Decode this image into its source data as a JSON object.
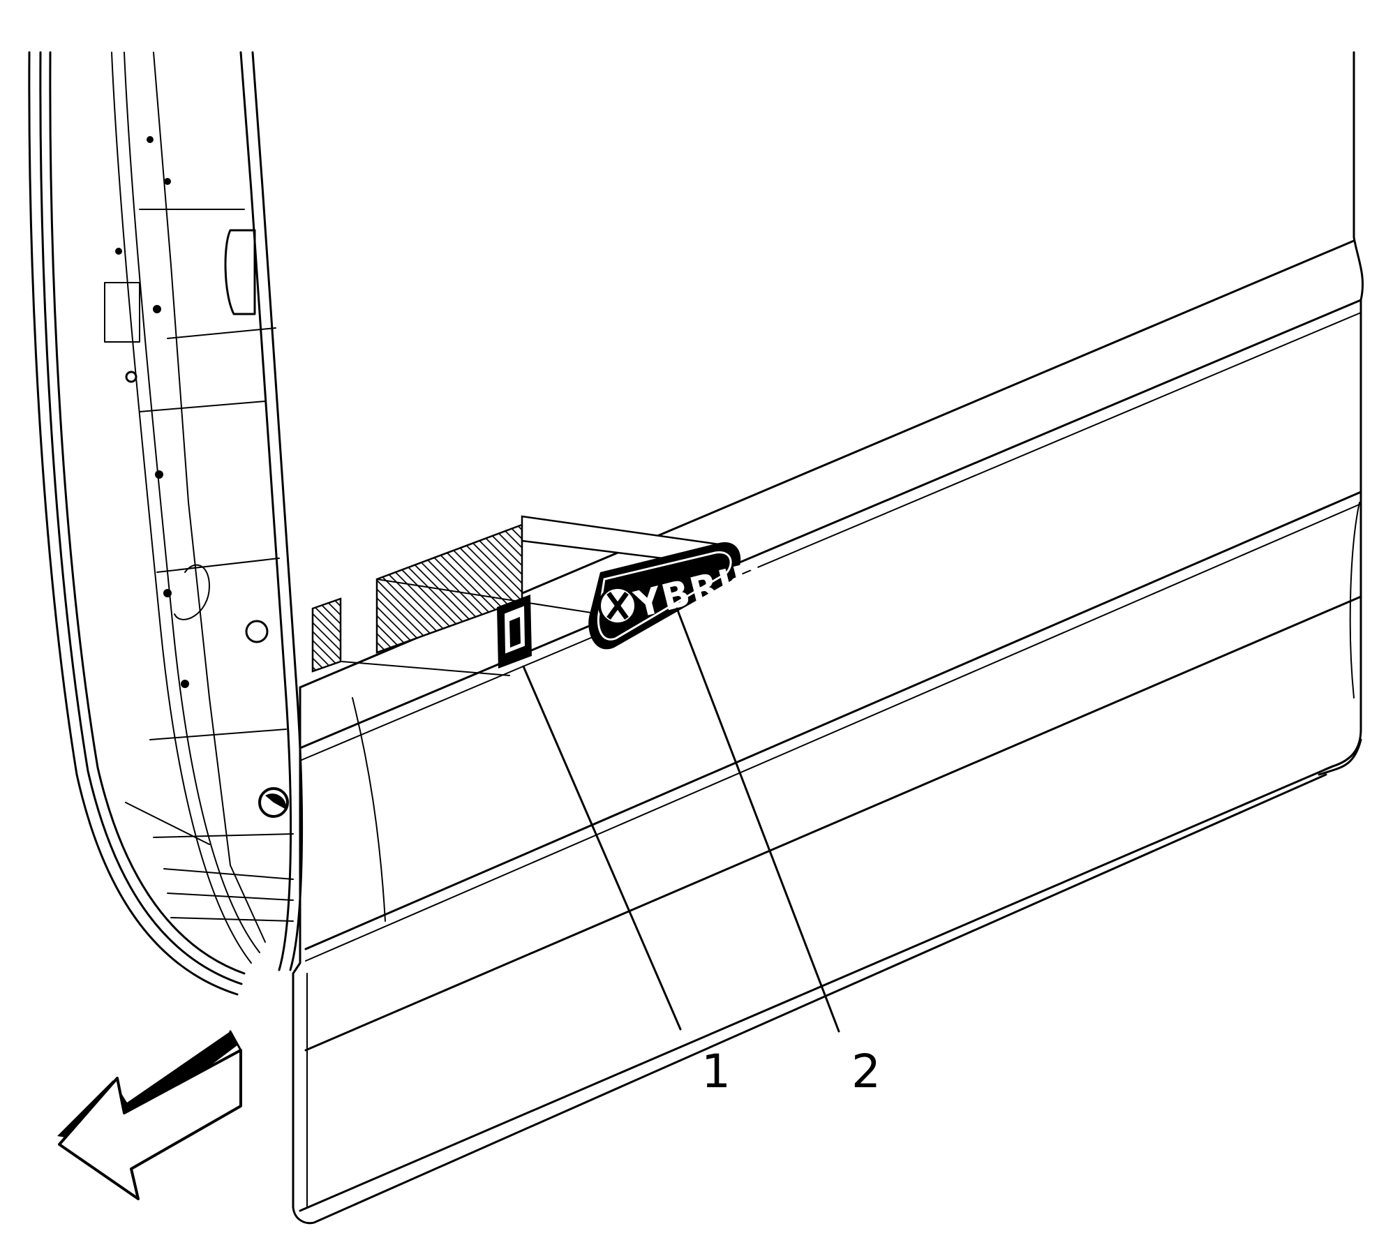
{
  "callouts": [
    {
      "id": "1",
      "label": "1"
    },
    {
      "id": "2",
      "label": "2"
    }
  ],
  "emblem": {
    "text": "YBRID"
  },
  "colors": {
    "line": "#000000",
    "background": "#ffffff"
  },
  "icons": {
    "direction_arrow": "arrow-down-left-icon"
  }
}
